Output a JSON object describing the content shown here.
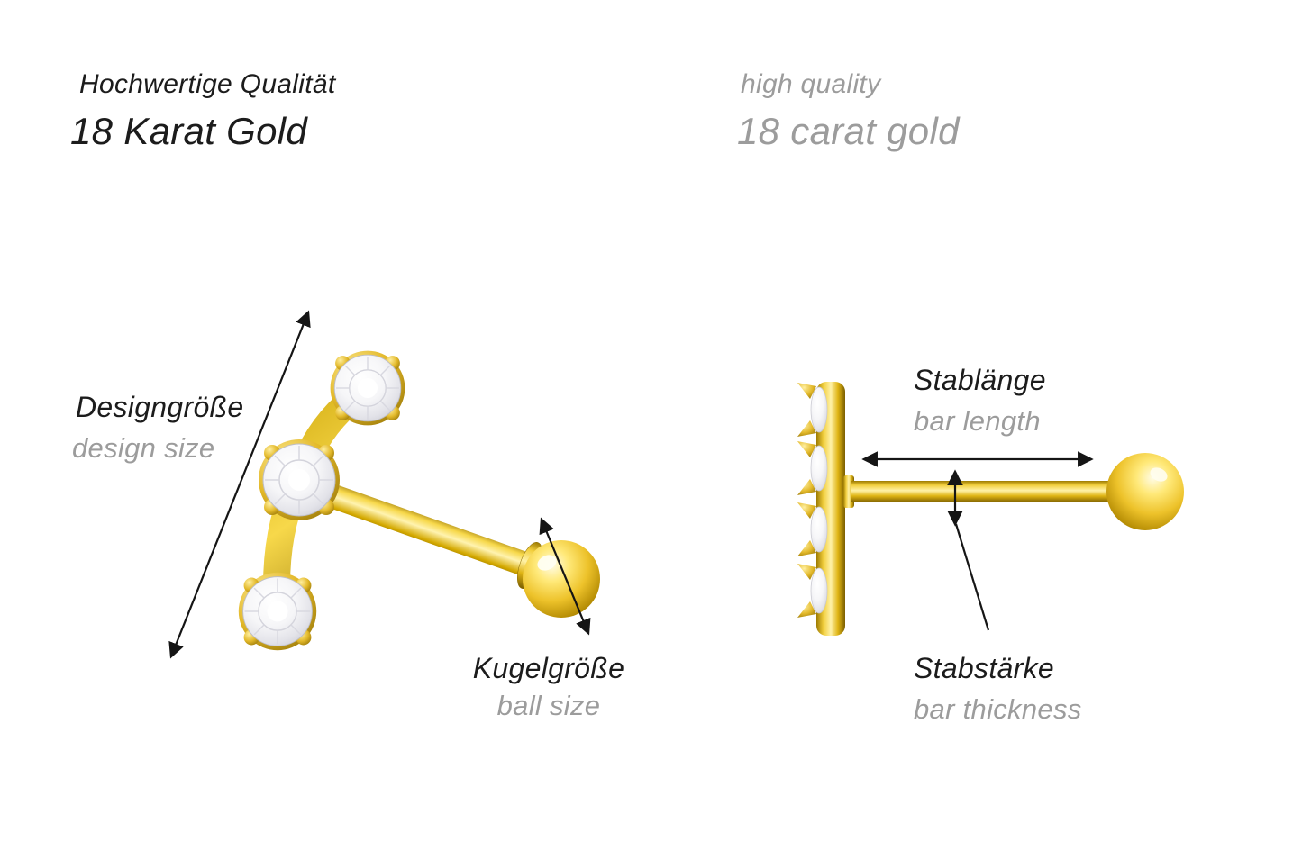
{
  "header": {
    "de": {
      "quality": "Hochwertige Qualität",
      "gold": "18 Karat Gold"
    },
    "en": {
      "quality": "high quality",
      "gold": "18 carat gold"
    }
  },
  "labels": {
    "design_size": {
      "de": "Designgröße",
      "en": "design size"
    },
    "ball_size": {
      "de": "Kugelgröße",
      "en": "ball size"
    },
    "bar_length": {
      "de": "Stablänge",
      "en": "bar length"
    },
    "bar_thickness": {
      "de": "Stabstärke",
      "en": "bar thickness"
    }
  },
  "colors": {
    "background": "#ffffff",
    "text_primary": "#1c1c1c",
    "text_secondary": "#9c9c9c",
    "gold": "#d8ac00",
    "gold_dark": "#7c5f00",
    "gold_light": "#fff2a8",
    "gem": "#f2f2f6",
    "arrow": "#151515"
  }
}
